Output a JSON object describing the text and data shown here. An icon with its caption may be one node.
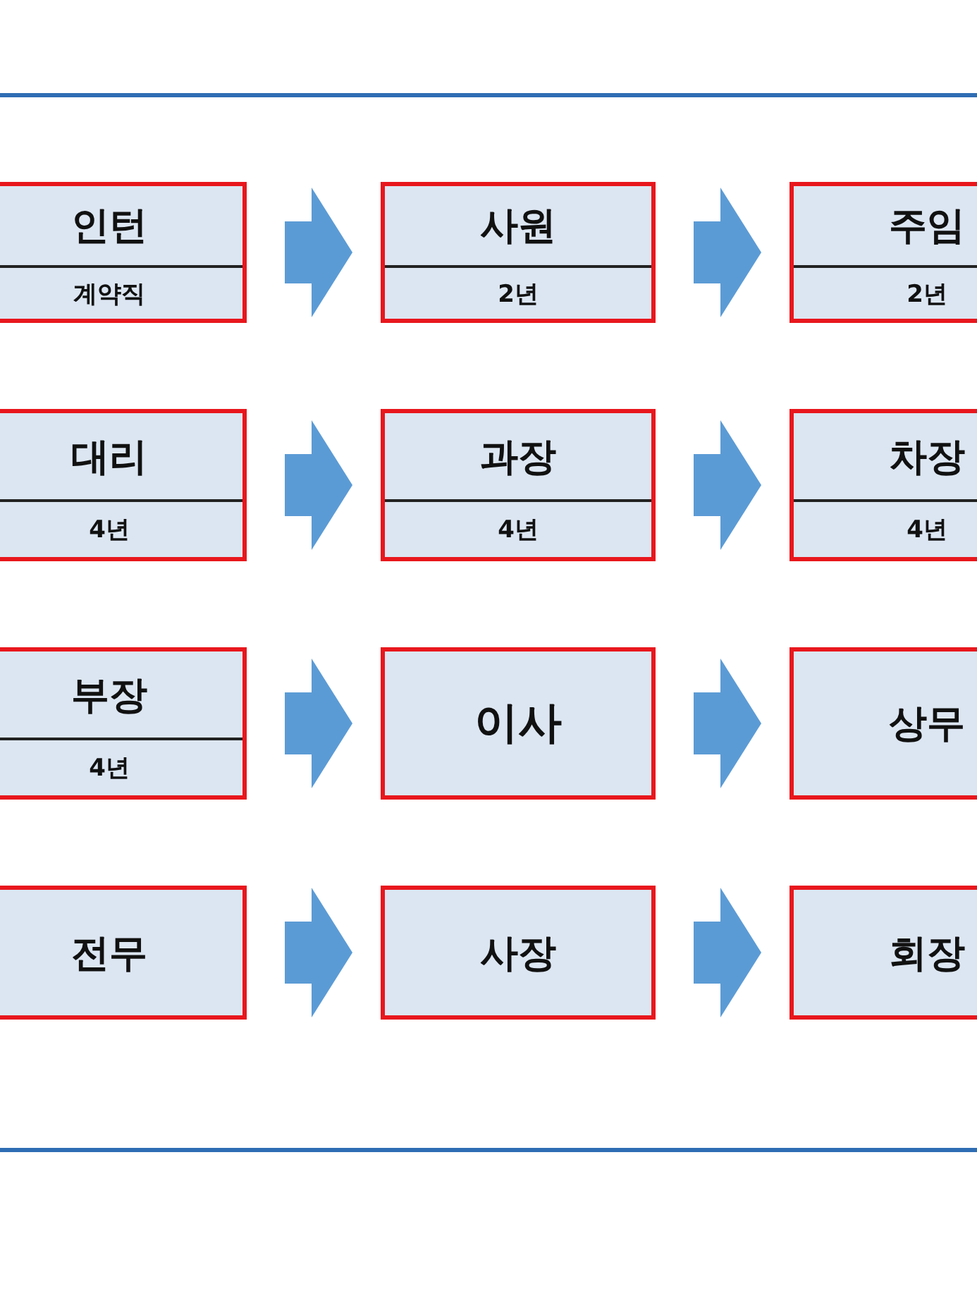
{
  "diagram": {
    "nodes": [
      {
        "text": [
          "인턴",
          "계약직"
        ]
      },
      {
        "text": [
          "사원",
          "2년"
        ]
      },
      {
        "text": [
          "주임",
          "2년"
        ]
      },
      {
        "text": [
          "대리",
          "4년"
        ]
      },
      {
        "text": [
          "과장",
          "4년"
        ]
      },
      {
        "text": [
          "차장",
          "4년"
        ]
      },
      {
        "text": [
          "부장",
          "4년"
        ]
      },
      {
        "text": [
          "이사"
        ]
      },
      {
        "text": [
          "상무"
        ]
      },
      {
        "text": [
          "전무"
        ]
      },
      {
        "text": [
          "사장"
        ]
      },
      {
        "text": [
          "회장"
        ]
      }
    ],
    "edges": [
      {
        "from": 0,
        "to": 1,
        "arrow": "to"
      },
      {
        "from": 1,
        "to": 2,
        "arrow": "to"
      },
      {
        "from": 3,
        "to": 4,
        "arrow": "to"
      },
      {
        "from": 4,
        "to": 5,
        "arrow": "to"
      },
      {
        "from": 6,
        "to": 7,
        "arrow": "to"
      },
      {
        "from": 7,
        "to": 8,
        "arrow": "to"
      },
      {
        "from": 9,
        "to": 10,
        "arrow": "to"
      },
      {
        "from": 10,
        "to": 11,
        "arrow": "to"
      }
    ]
  }
}
